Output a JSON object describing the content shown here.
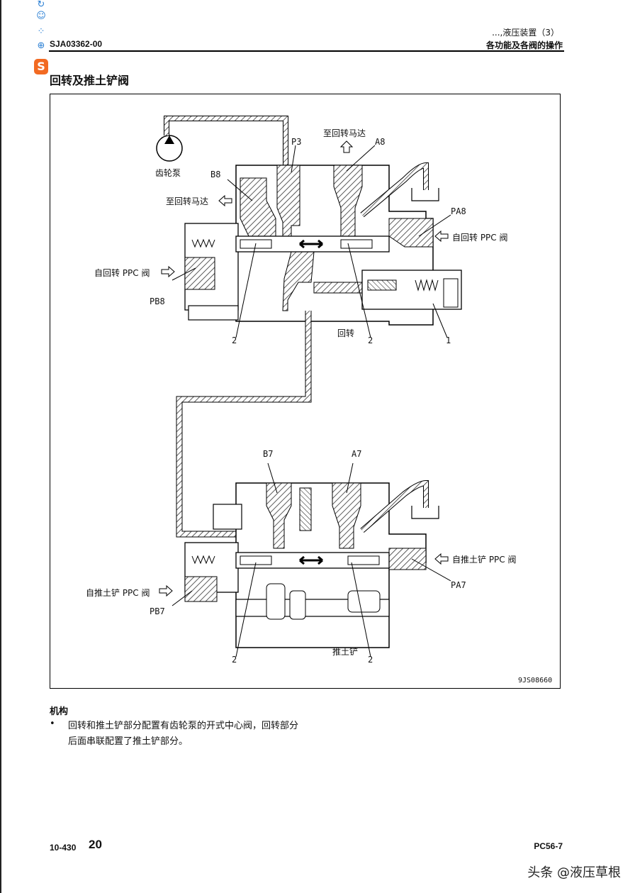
{
  "toolbar": {
    "logo_letter": "S"
  },
  "header": {
    "doc_code": "SJA03362-00",
    "title": "...,液压装置（3）",
    "subtitle": "各功能及各阀的操作"
  },
  "section_title": "回转及推土铲阀",
  "figure": {
    "upper": {
      "p3": "P3",
      "to_motor_top": "至回转马达",
      "a8": "A8",
      "gear_pump": "齿轮泵",
      "b8": "B8",
      "to_motor_left": "至回转马达",
      "pa8": "PA8",
      "from_ppc_right": "自回转 PPC 阀",
      "from_ppc_left": "自回转 PPC 阀",
      "pb8": "PB8",
      "num_2_left": "2",
      "num_2_right": "2",
      "num_1": "1",
      "swing": "回转"
    },
    "lower": {
      "b7": "B7",
      "a7": "A7",
      "from_ppc_right": "自推土铲 PPC 阀",
      "pa7": "PA7",
      "from_ppc_left": "自推土铲 PPC 阀",
      "pb7": "PB7",
      "num_2_left": "2",
      "num_2_right": "2",
      "blade": "推土铲"
    },
    "figure_id": "9JS08660"
  },
  "mechanism": {
    "title": "机构",
    "bullet": "•",
    "text": "回转和推土铲部分配置有齿轮泵的开式中心阀，回转部分后面串联配置了推土铲部分。"
  },
  "footer": {
    "code": "10-430",
    "page": "20",
    "model": "PC56-7"
  },
  "watermark": "头条 @液压草根"
}
